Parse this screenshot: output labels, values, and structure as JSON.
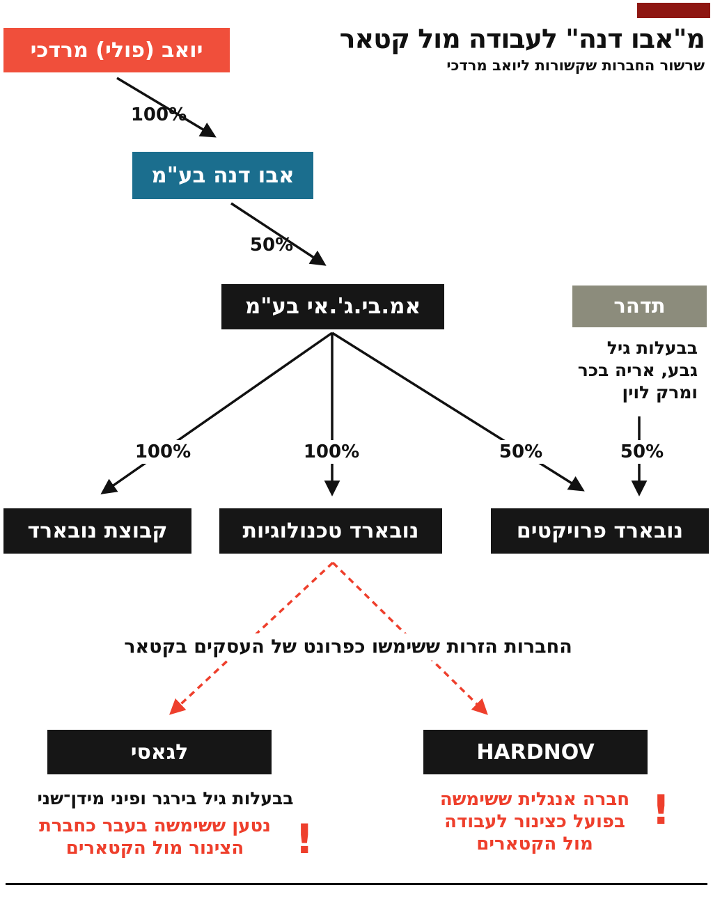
{
  "colors": {
    "red_box": "#f04f3b",
    "teal_box": "#1b6e8e",
    "black_box": "#161616",
    "gray_box": "#8c8c7c",
    "accent_red": "#ee3f2c",
    "tag": "#8e1712"
  },
  "header": {
    "title": "מ\"אבו דנה\" לעבודה מול קטאר",
    "subtitle": "שרשור החברות שקשורות ליואב מרדכי"
  },
  "nodes": {
    "yoav": "יואב (פולי) מרדכי",
    "abu_dana": "אבו דנה בע\"מ",
    "mbgi": "אמ.בי.ג'.אי בע\"מ",
    "tidhar": "תדהר",
    "novard_group": "קבוצת נובארד",
    "novard_tech": "נובארד טכנולוגיות",
    "novard_projects": "נובארד פרויקטים",
    "legacy": "לגאסי",
    "hardnov": "HARDNOV"
  },
  "tidhar_owners": {
    "line1": "בבעלות גיל",
    "line2": "גבע, אריה בכר",
    "line3": "ומרק לוין"
  },
  "edge_labels": {
    "yoav_abudana": "100%",
    "abudana_mbgi": "50%",
    "mbgi_group": "100%",
    "mbgi_tech": "100%",
    "mbgi_projects": "50%",
    "tidhar_projects": "50%"
  },
  "front_note": "החברות הזרות ששימשו כפרונט של העסקים בקטאר",
  "legacy_info": {
    "owners": "בבעלות גיל בירגר ופיני מידן־שני",
    "note_line1": "נטען ששימשה בעבר כחברת",
    "note_line2": "הצינור מול הקטארים",
    "mark": "!"
  },
  "hardnov_info": {
    "note_line1": "חברה אנגלית ששימשה",
    "note_line2": "בפועל כצינור לעבודה",
    "note_line3": "מול הקטארים",
    "mark": "!"
  }
}
